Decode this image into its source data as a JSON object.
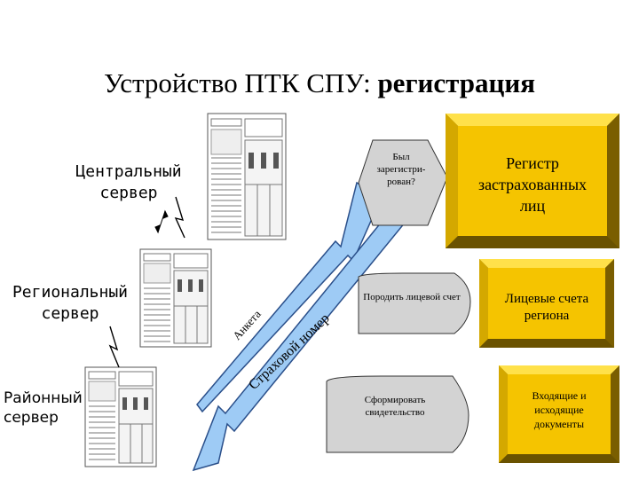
{
  "title": {
    "plain": "Устройство ПТК СПУ: ",
    "bold": "регистрация"
  },
  "servers": {
    "central": "Центральный сервер",
    "regional": "Региональный сервер",
    "district": "Районный сервер"
  },
  "arrow_labels": {
    "form": "Анкета",
    "insurance_number": "Страховой номер"
  },
  "process_shapes": {
    "was_registered": "Был зарегистри-рован?",
    "generate_account": "Породить лицевой счет",
    "form_certificate": "Сформировать свидетельство"
  },
  "boxes": {
    "registry": "Регистр застрахованных лиц",
    "accounts": "Лицевые счета региона",
    "documents": "Входящие и исходящие документы"
  },
  "colors": {
    "arrow_fill": "#9ecbf5",
    "arrow_stroke": "#2a4f8a",
    "box_gold": "#f5c400",
    "box_dark": "#8c6d00",
    "shape_gray": "#d3d3d3"
  }
}
